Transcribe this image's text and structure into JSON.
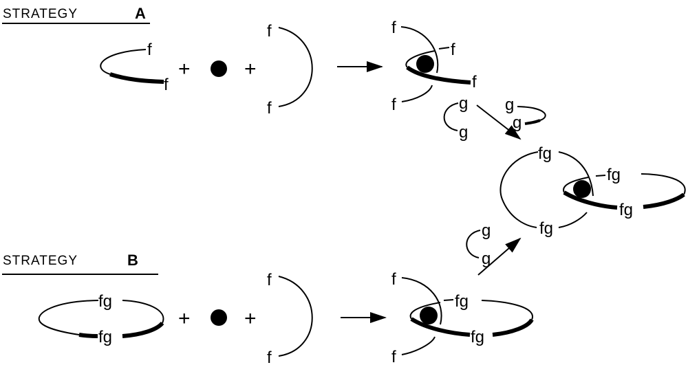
{
  "strategy_a": {
    "label": "STRATEGY",
    "letter": "A"
  },
  "strategy_b": {
    "label": "STRATEGY",
    "letter": "B"
  },
  "symbols": {
    "plus": "+",
    "f": "f",
    "g": "g",
    "fg": "fg"
  }
}
